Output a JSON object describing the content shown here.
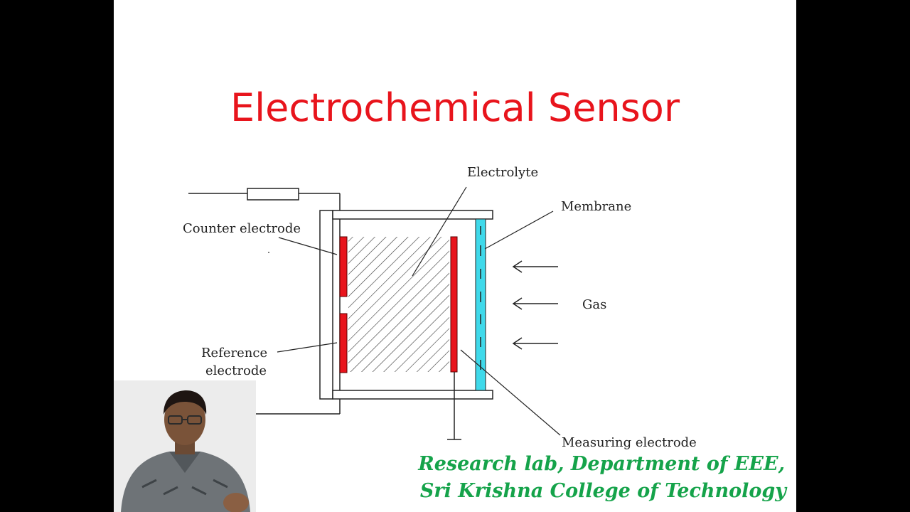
{
  "slide": {
    "title": "Electrochemical Sensor"
  },
  "diagram": {
    "labels": {
      "electrolyte": "Electrolyte",
      "membrane": "Membrane",
      "counter_electrode": "Counter electrode",
      "reference_electrode_line1": "Reference",
      "reference_electrode_line2": "electrode",
      "gas": "Gas",
      "measuring_electrode": "Measuring electrode"
    },
    "colors": {
      "electrode": "#e8141c",
      "membrane": "#3fd9ea",
      "title": "#e8141c",
      "credit": "#15a34a"
    }
  },
  "credits": {
    "line1": "Research lab, Department of EEE,",
    "line2": "Sri Krishna College of Technology"
  },
  "webcam": {
    "icon": "presenter-video-thumbnail"
  }
}
